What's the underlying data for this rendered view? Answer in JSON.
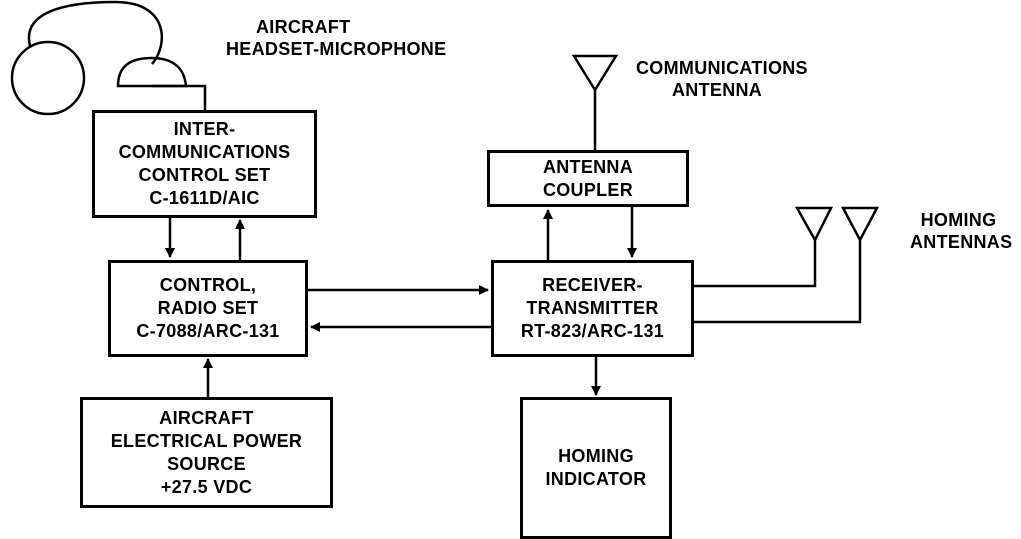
{
  "labels": {
    "headset": [
      "AIRCRAFT",
      "HEADSET-MICROPHONE"
    ],
    "comm_antenna": [
      "COMMUNICATIONS",
      "ANTENNA"
    ],
    "homing_antennas": [
      "HOMING",
      "ANTENNAS"
    ]
  },
  "boxes": {
    "intercom": [
      "INTER-",
      "COMMUNICATIONS",
      "CONTROL SET",
      "C-1611D/AIC"
    ],
    "control_radio": [
      "CONTROL,",
      "RADIO SET",
      "C-7088/ARC-131"
    ],
    "power": [
      "AIRCRAFT",
      "ELECTRICAL POWER",
      "SOURCE",
      "+27.5 VDC"
    ],
    "coupler": [
      "ANTENNA",
      "COUPLER"
    ],
    "receiver": [
      "RECEIVER-",
      "TRANSMITTER",
      "RT-823/ARC-131"
    ],
    "homing_indicator": [
      "HOMING",
      "INDICATOR"
    ]
  }
}
